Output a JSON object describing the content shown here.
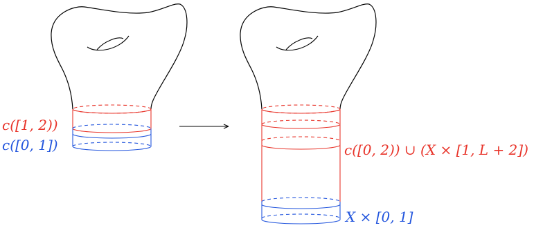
{
  "labels": {
    "left_red": "c([1, 2))",
    "left_blue": "c([0, 1])",
    "right_red": "c([0, 2)) ∪ (X × [1, L + 2])",
    "right_blue": "X × [0, 1]"
  },
  "colors": {
    "outline": "#000000",
    "red": "#e8342a",
    "blue": "#2255dd"
  }
}
